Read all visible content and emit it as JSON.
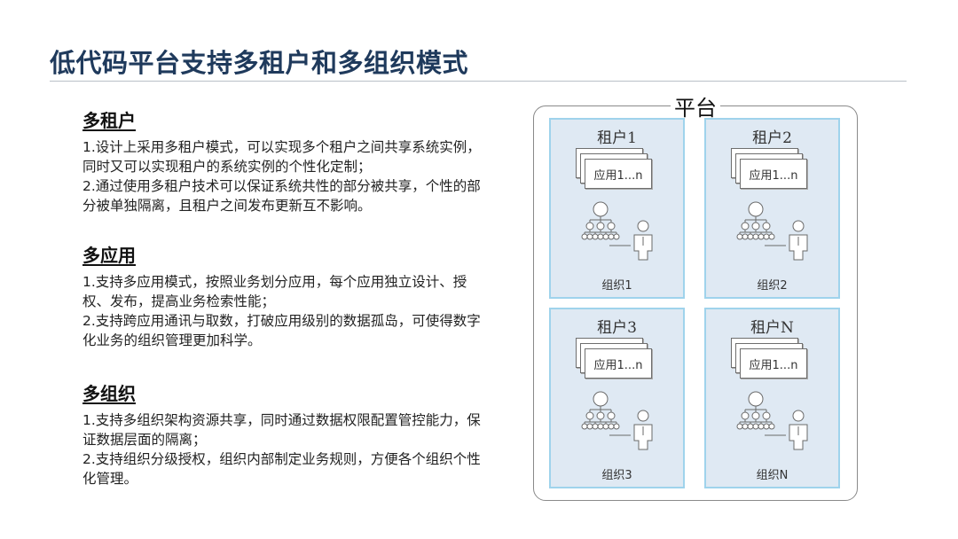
{
  "title": "低代码平台支持多租户和多组织模式",
  "sections": [
    {
      "heading": "多租户",
      "body": [
        "1.设计上采用多租户模式，可以实现多个租户之间共享系统实例，同时又可以实现租户的系统实例的个性化定制；",
        "2.通过使用多租户技术可以保证系统共性的部分被共享，个性的部分被单独隔离，且租户之间发布更新互不影响。"
      ]
    },
    {
      "heading": "多应用",
      "body": [
        "1.支持多应用模式，按照业务划分应用，每个应用独立设计、授权、发布，提高业务检索性能；",
        "2.支持跨应用通讯与取数，打破应用级别的数据孤岛，可使得数字化业务的组织管理更加科学。"
      ]
    },
    {
      "heading": "多组织",
      "body": [
        "1.支持多组织架构资源共享，同时通过数据权限配置管控能力，保证数据层面的隔离；",
        "2.支持组织分级授权，组织内部制定业务规则，方便各个组织个性化管理。"
      ]
    }
  ],
  "diagram": {
    "platform_label": "平台",
    "tenants": [
      {
        "name": "租户1",
        "app_label": "应用1...n",
        "org_label": "组织1"
      },
      {
        "name": "租户2",
        "app_label": "应用1...n",
        "org_label": "组织2"
      },
      {
        "name": "租户3",
        "app_label": "应用1...n",
        "org_label": "组织3"
      },
      {
        "name": "租户N",
        "app_label": "应用1...n",
        "org_label": "组织N"
      }
    ]
  }
}
